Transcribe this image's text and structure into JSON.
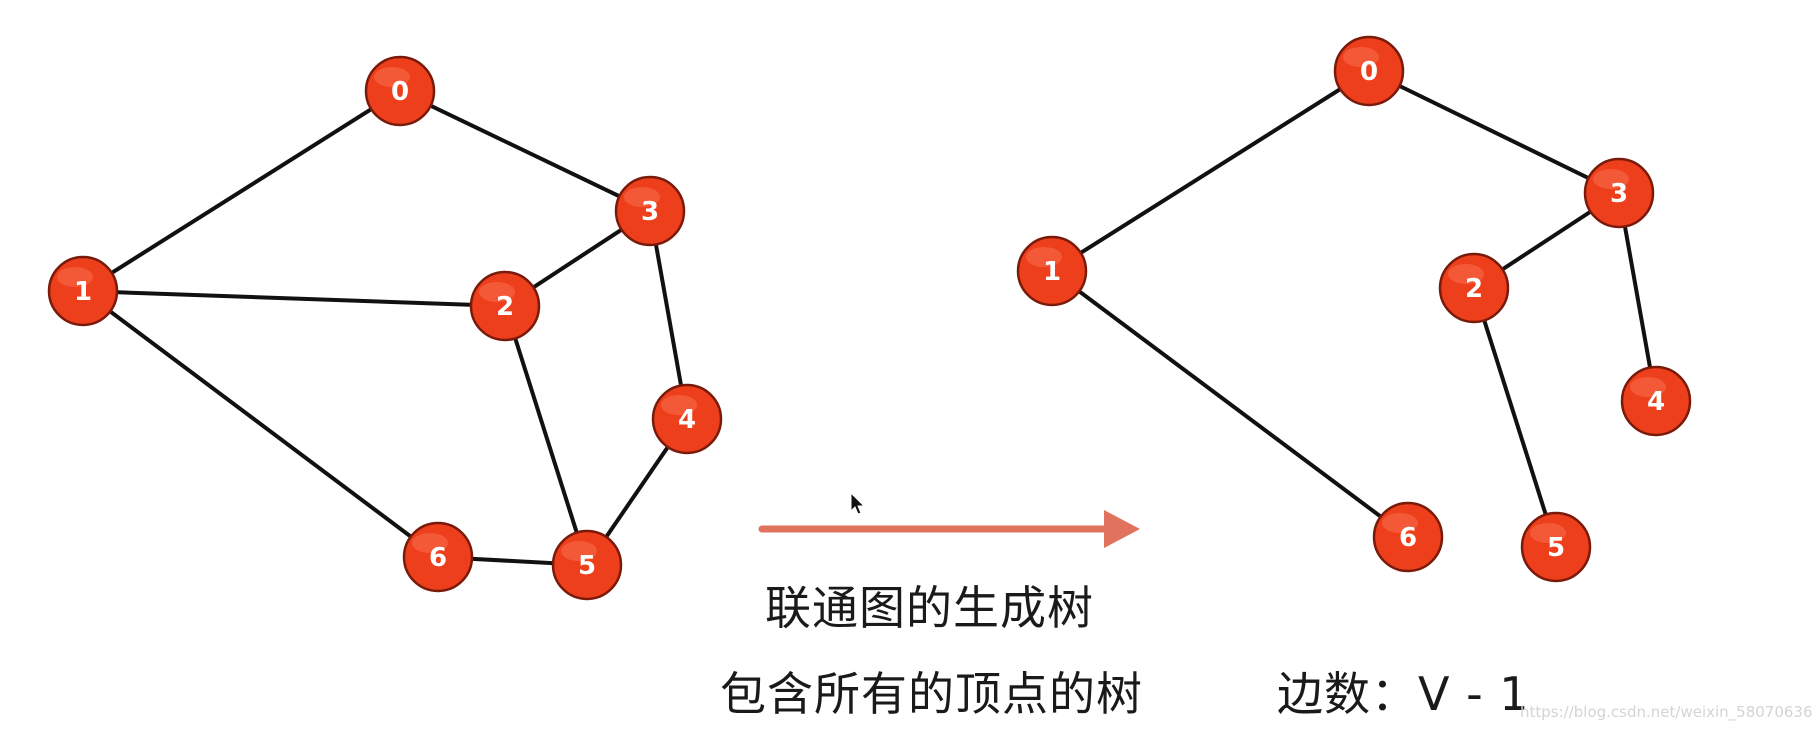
{
  "left_graph": {
    "nodes": [
      "0",
      "1",
      "2",
      "3",
      "4",
      "5",
      "6"
    ],
    "edges": [
      [
        "0",
        "1"
      ],
      [
        "0",
        "3"
      ],
      [
        "1",
        "2"
      ],
      [
        "1",
        "6"
      ],
      [
        "2",
        "3"
      ],
      [
        "2",
        "5"
      ],
      [
        "3",
        "4"
      ],
      [
        "4",
        "5"
      ],
      [
        "5",
        "6"
      ]
    ]
  },
  "right_tree": {
    "nodes": [
      "0",
      "1",
      "2",
      "3",
      "4",
      "5",
      "6"
    ],
    "edges": [
      [
        "0",
        "1"
      ],
      [
        "0",
        "3"
      ],
      [
        "1",
        "6"
      ],
      [
        "3",
        "2"
      ],
      [
        "3",
        "4"
      ],
      [
        "2",
        "5"
      ]
    ]
  },
  "arrow": {
    "color": "#e0725e"
  },
  "captions": {
    "line1": "联通图的生成树",
    "line2": "包含所有的顶点的树",
    "edge_count": "边数：V - 1"
  },
  "watermark": "https://blog.csdn.net/weixin_58070636",
  "colors": {
    "node_fill": "#ee3f1c",
    "edge": "#111111",
    "node_label": "#ffffff"
  }
}
